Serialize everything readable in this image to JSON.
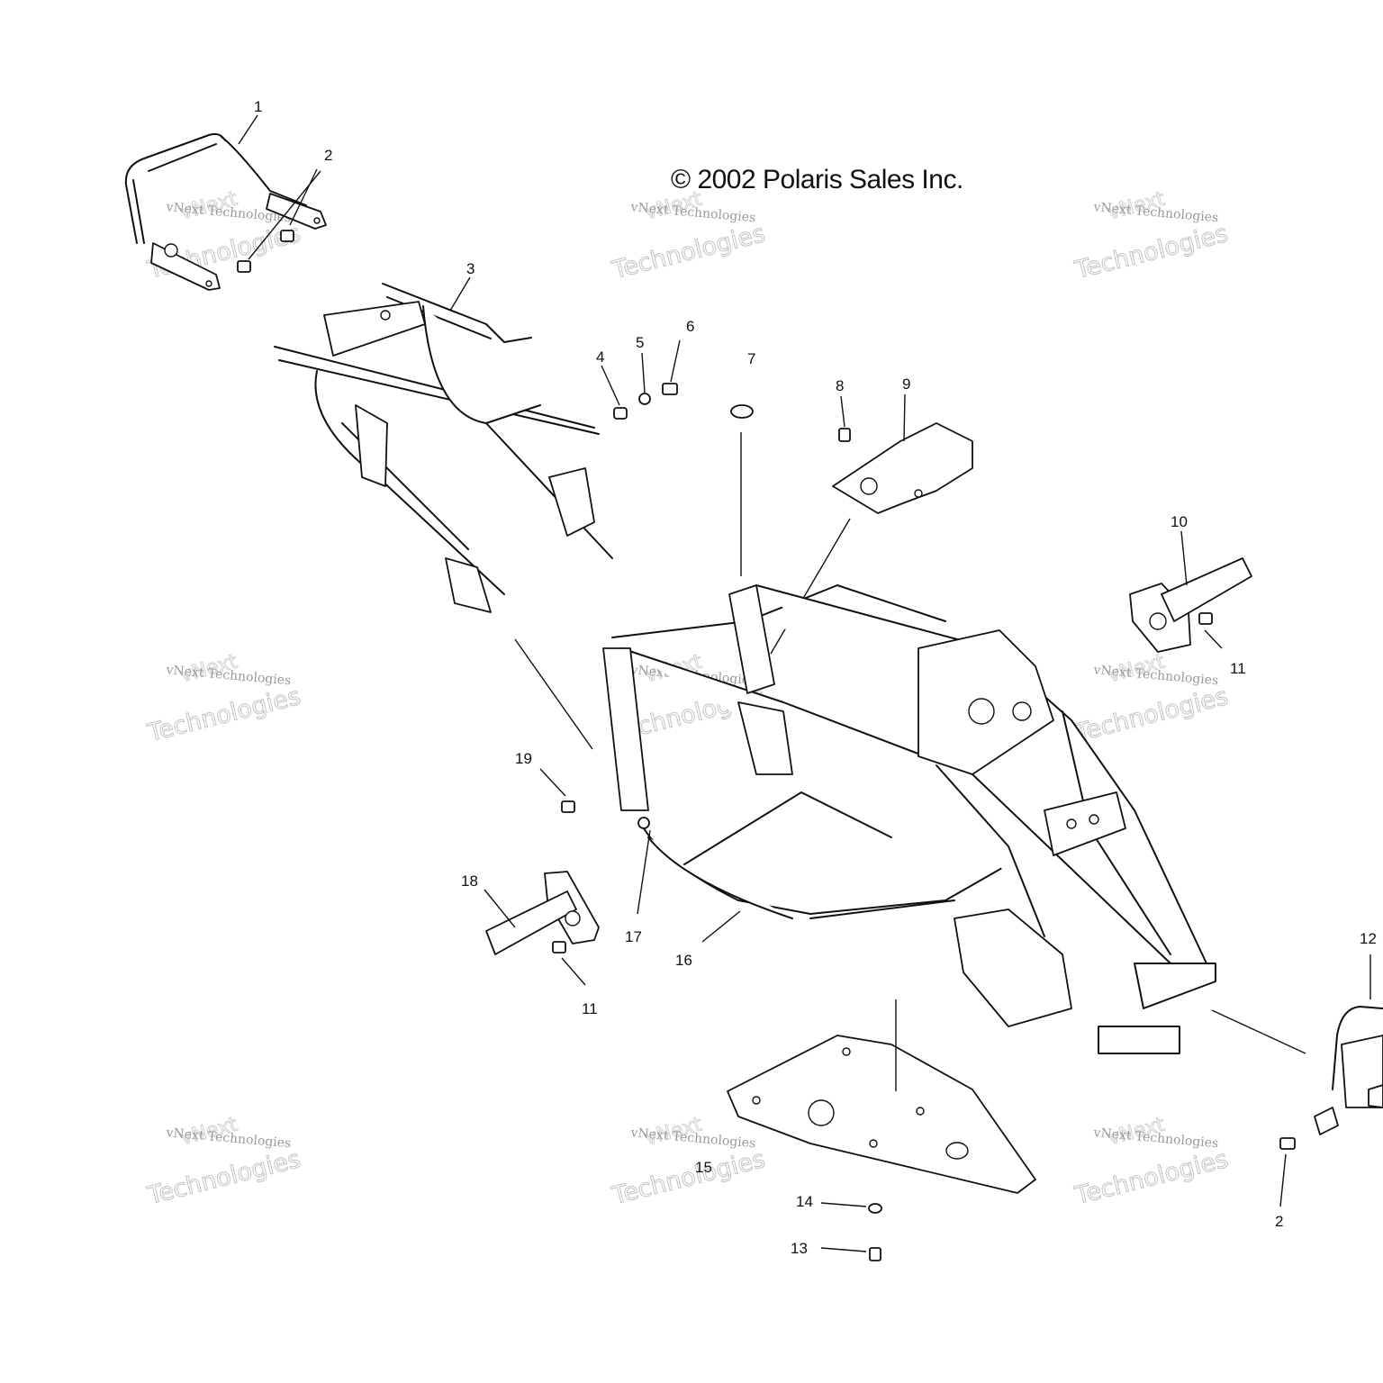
{
  "copyright": "© 2002 Polaris Sales Inc.",
  "watermark": {
    "line1": "vNext Technologies",
    "line2": "Technologies",
    "line3": "vNext"
  },
  "callouts": [
    "1",
    "2",
    "3",
    "4",
    "5",
    "6",
    "7",
    "8",
    "9",
    "10",
    "11",
    "19",
    "18",
    "11",
    "17",
    "16",
    "12",
    "15",
    "14",
    "13",
    "2"
  ]
}
